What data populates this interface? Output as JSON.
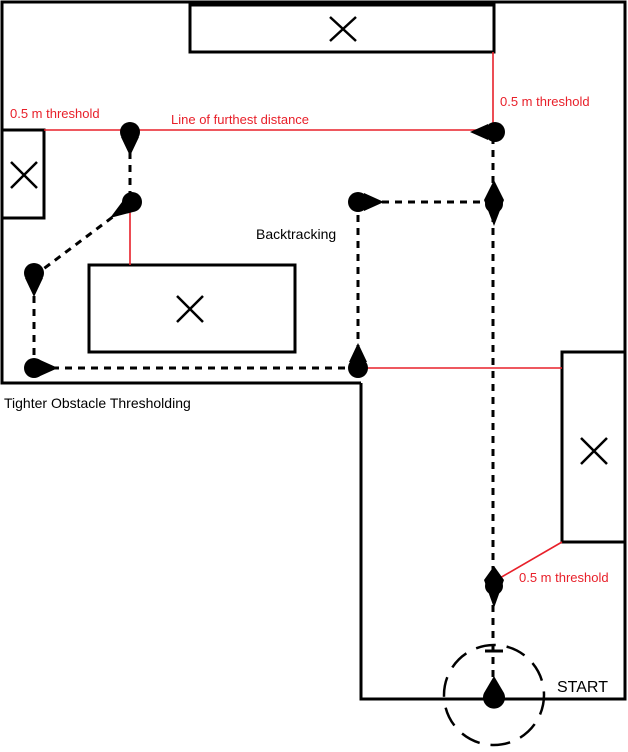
{
  "labels": {
    "threshold_left": "0.5 m threshold",
    "threshold_top_right": "0.5 m threshold",
    "threshold_bottom_right": "0.5 m threshold",
    "furthest_distance": "Line of furthest distance",
    "backtracking": "Backtracking",
    "tighter_thresholding": "Tighter Obstacle Thresholding",
    "start": "START"
  },
  "colors": {
    "walls": "#000000",
    "threshold_lines": "#e8202a",
    "path": "#000000",
    "background": "#ffffff"
  },
  "icons": {
    "obstacle_marker": "x-mark-icon",
    "waypoint": "teardrop-waypoint-icon"
  }
}
